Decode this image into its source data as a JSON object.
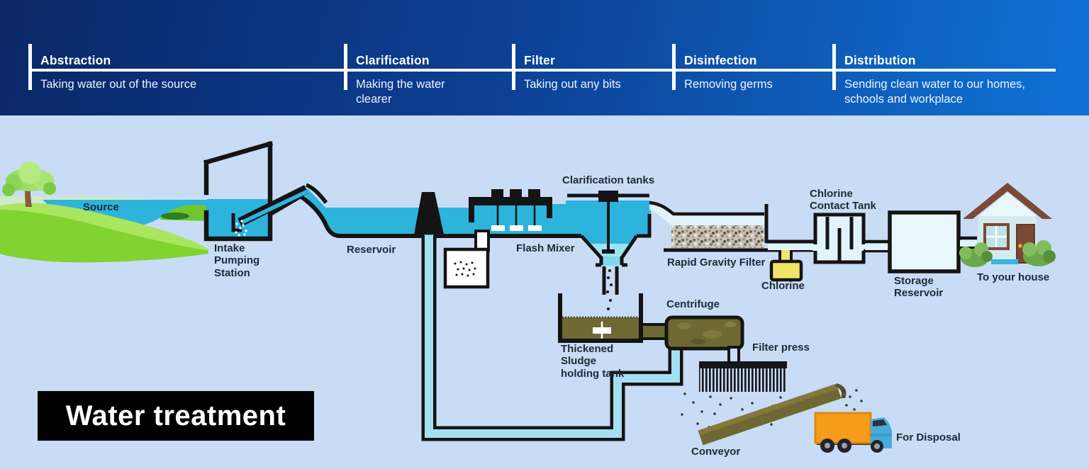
{
  "header": {
    "steps": [
      {
        "title": "Abstraction",
        "desc": "Taking water out of the source"
      },
      {
        "title": "Clarification",
        "desc": "Making the water clearer"
      },
      {
        "title": "Filter",
        "desc": "Taking out any bits"
      },
      {
        "title": "Disinfection",
        "desc": "Removing germs"
      },
      {
        "title": "Distribution",
        "desc": "Sending clean water to our homes, schools and workplace"
      }
    ]
  },
  "title": "Water treatment",
  "labels": {
    "source": "Source",
    "intake": "Intake Pumping Station",
    "reservoir": "Reservoir",
    "flash_mixer": "Flash Mixer",
    "clarification_tanks": "Clarification tanks",
    "rapid_gravity_filter": "Rapid Gravity Filter",
    "chlorine": "Chlorine",
    "chlorine_contact_tank": "Chlorine Contact Tank",
    "storage_reservoir": "Storage Reservoir",
    "to_your_house": "To your house",
    "thickened_sludge": "Thickened Sludge holding tank",
    "centrifuge": "Centrifuge",
    "filter_press": "Filter press",
    "conveyor": "Conveyor",
    "for_disposal": "For Disposal"
  },
  "colors": {
    "header_gradient_left": "#0a2767",
    "header_gradient_right": "#0f72d6",
    "background": "#c9dcf6",
    "water_cyan": "#2db4dd",
    "pale_water": "#e1f3fb",
    "return_pipe_blue": "#a6def2",
    "outline_black": "#141414",
    "sludge_olive": "#6e6933",
    "chlorine_yellow": "#f0e469",
    "grass_green": "#82d230",
    "truck_orange": "#f79c1b",
    "truck_cab_blue": "#4aabdb",
    "label_text": "#1d2a36"
  }
}
